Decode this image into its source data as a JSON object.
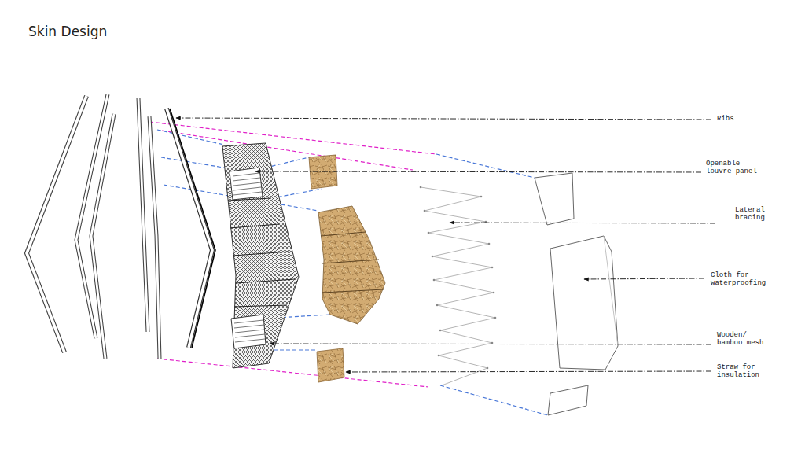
{
  "diagram": {
    "title": "Skin Design",
    "labels": [
      "Ribs",
      "Openable louvre panel",
      "Lateral bracing",
      "Cloth for waterproofing",
      "Wooden/ bamboo mesh",
      "Straw for insulation"
    ]
  }
}
